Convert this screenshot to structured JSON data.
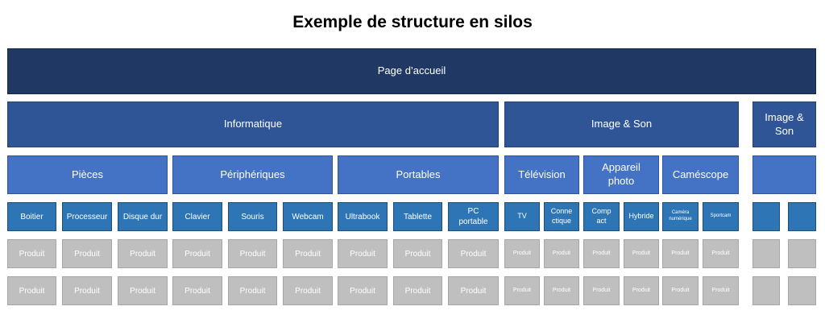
{
  "title": "Exemple de structure en silos",
  "colors": {
    "home": "#1f3864",
    "level1": "#2f5597",
    "level2": "#4472c4",
    "level3": "#2e75b6",
    "product": "#bfbfbf"
  },
  "home": {
    "label": "Page d’accueil"
  },
  "silos": [
    {
      "label": "Informatique",
      "groups": [
        {
          "label": "Pièces",
          "leaves": [
            "Boitier",
            "Processeur",
            "Disque dur"
          ]
        },
        {
          "label": "Périphériques",
          "leaves": [
            "Clavier",
            "Souris",
            "Webcam"
          ]
        },
        {
          "label": "Portables",
          "leaves": [
            "Ultrabook",
            "Tablette",
            "PC portable"
          ]
        }
      ]
    },
    {
      "label": "Image & Son",
      "groups": [
        {
          "label": "Télévision",
          "leaves": [
            "TV",
            "Connectique"
          ]
        },
        {
          "label": "Appareil photo",
          "leaves": [
            "Compact",
            "Hybride"
          ]
        },
        {
          "label": "Caméscope",
          "leaves": [
            "Caméra numérique",
            "Sportcam"
          ]
        }
      ]
    },
    {
      "label": "Image & Son",
      "groups": [
        {
          "label": "",
          "leaves": [
            "",
            ""
          ]
        }
      ]
    }
  ],
  "product_label": "Produit"
}
